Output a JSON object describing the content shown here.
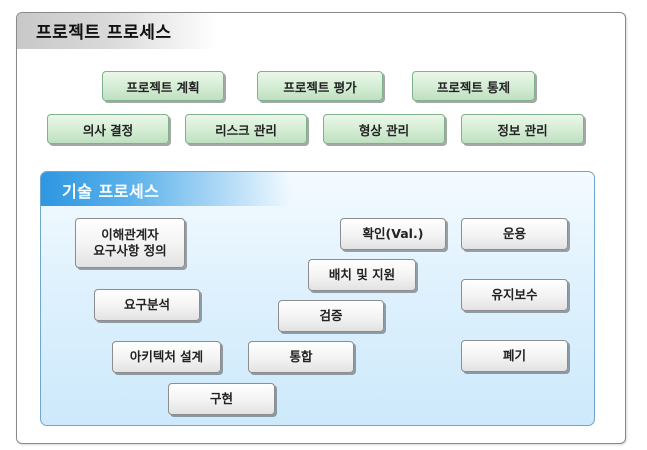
{
  "project_process": {
    "title": "프로젝트 프로세스",
    "row1": [
      "프로젝트 계획",
      "프로젝트 평가",
      "프로젝트 통제"
    ],
    "row2": [
      "의사 결정",
      "리스크 관리",
      "형상 관리",
      "정보 관리"
    ]
  },
  "technical_process": {
    "title": "기술 프로세스",
    "requirements_definition": [
      "이해관계자",
      "요구사항 정의"
    ],
    "requirements_analysis": "요구분석",
    "architecture_design": "아키텍처 설계",
    "implementation": "구현",
    "integration": "통합",
    "verification": "검증",
    "transition": "배치 및 지원",
    "validation": "확인(Val.)",
    "operation": "운용",
    "maintenance": "유지보수",
    "disposal": "폐기"
  },
  "colors": {
    "project_box": "#d3ecd3",
    "tech_panel": "#dff1fd",
    "tech_title_bar": "#2d97e0",
    "outer_title_bar": "#c8c8c8"
  }
}
